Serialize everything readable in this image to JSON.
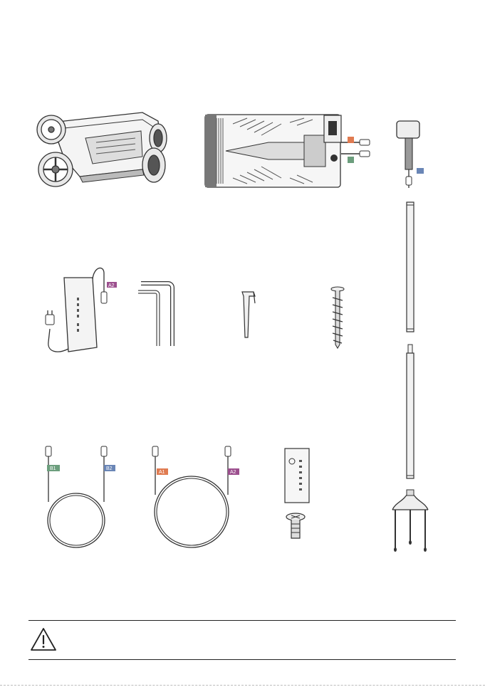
{
  "tags": {
    "a1": "A1",
    "a2": "A2",
    "b1": "B1",
    "b2": "B2"
  },
  "colors": {
    "orange": "#e07b51",
    "purple": "#9c4f8e",
    "green": "#6c9e7d",
    "blue": "#6a86b6",
    "line": "#333333",
    "fill": "#f2f2f2"
  },
  "icons": {
    "warning": "warning-triangle-icon"
  }
}
